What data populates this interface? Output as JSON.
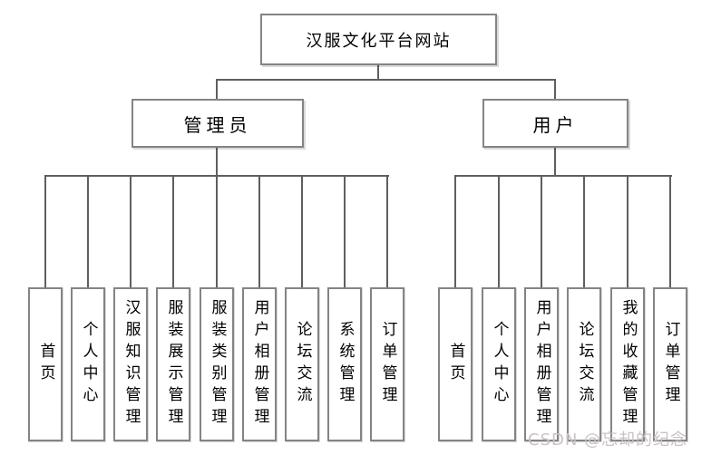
{
  "diagram": {
    "root": {
      "label": "汉服文化平台网站"
    },
    "branches": [
      {
        "label": "管理员",
        "children": [
          "首页",
          "个人中心",
          "汉服知识管理",
          "服装展示管理",
          "服装类别管理",
          "用户相册管理",
          "论坛交流",
          "系统管理",
          "订单管理"
        ]
      },
      {
        "label": "用户",
        "children": [
          "首页",
          "个人中心",
          "用户相册管理",
          "论坛交流",
          "我的收藏管理",
          "订单管理"
        ]
      }
    ]
  },
  "watermark": {
    "text": "CSDN @忘却的纪念",
    "color": "#cbc2c2"
  },
  "colors": {
    "background": "#ffffff",
    "box_border": "#848484",
    "connector": "#5f5f5f",
    "text": "#000000"
  }
}
